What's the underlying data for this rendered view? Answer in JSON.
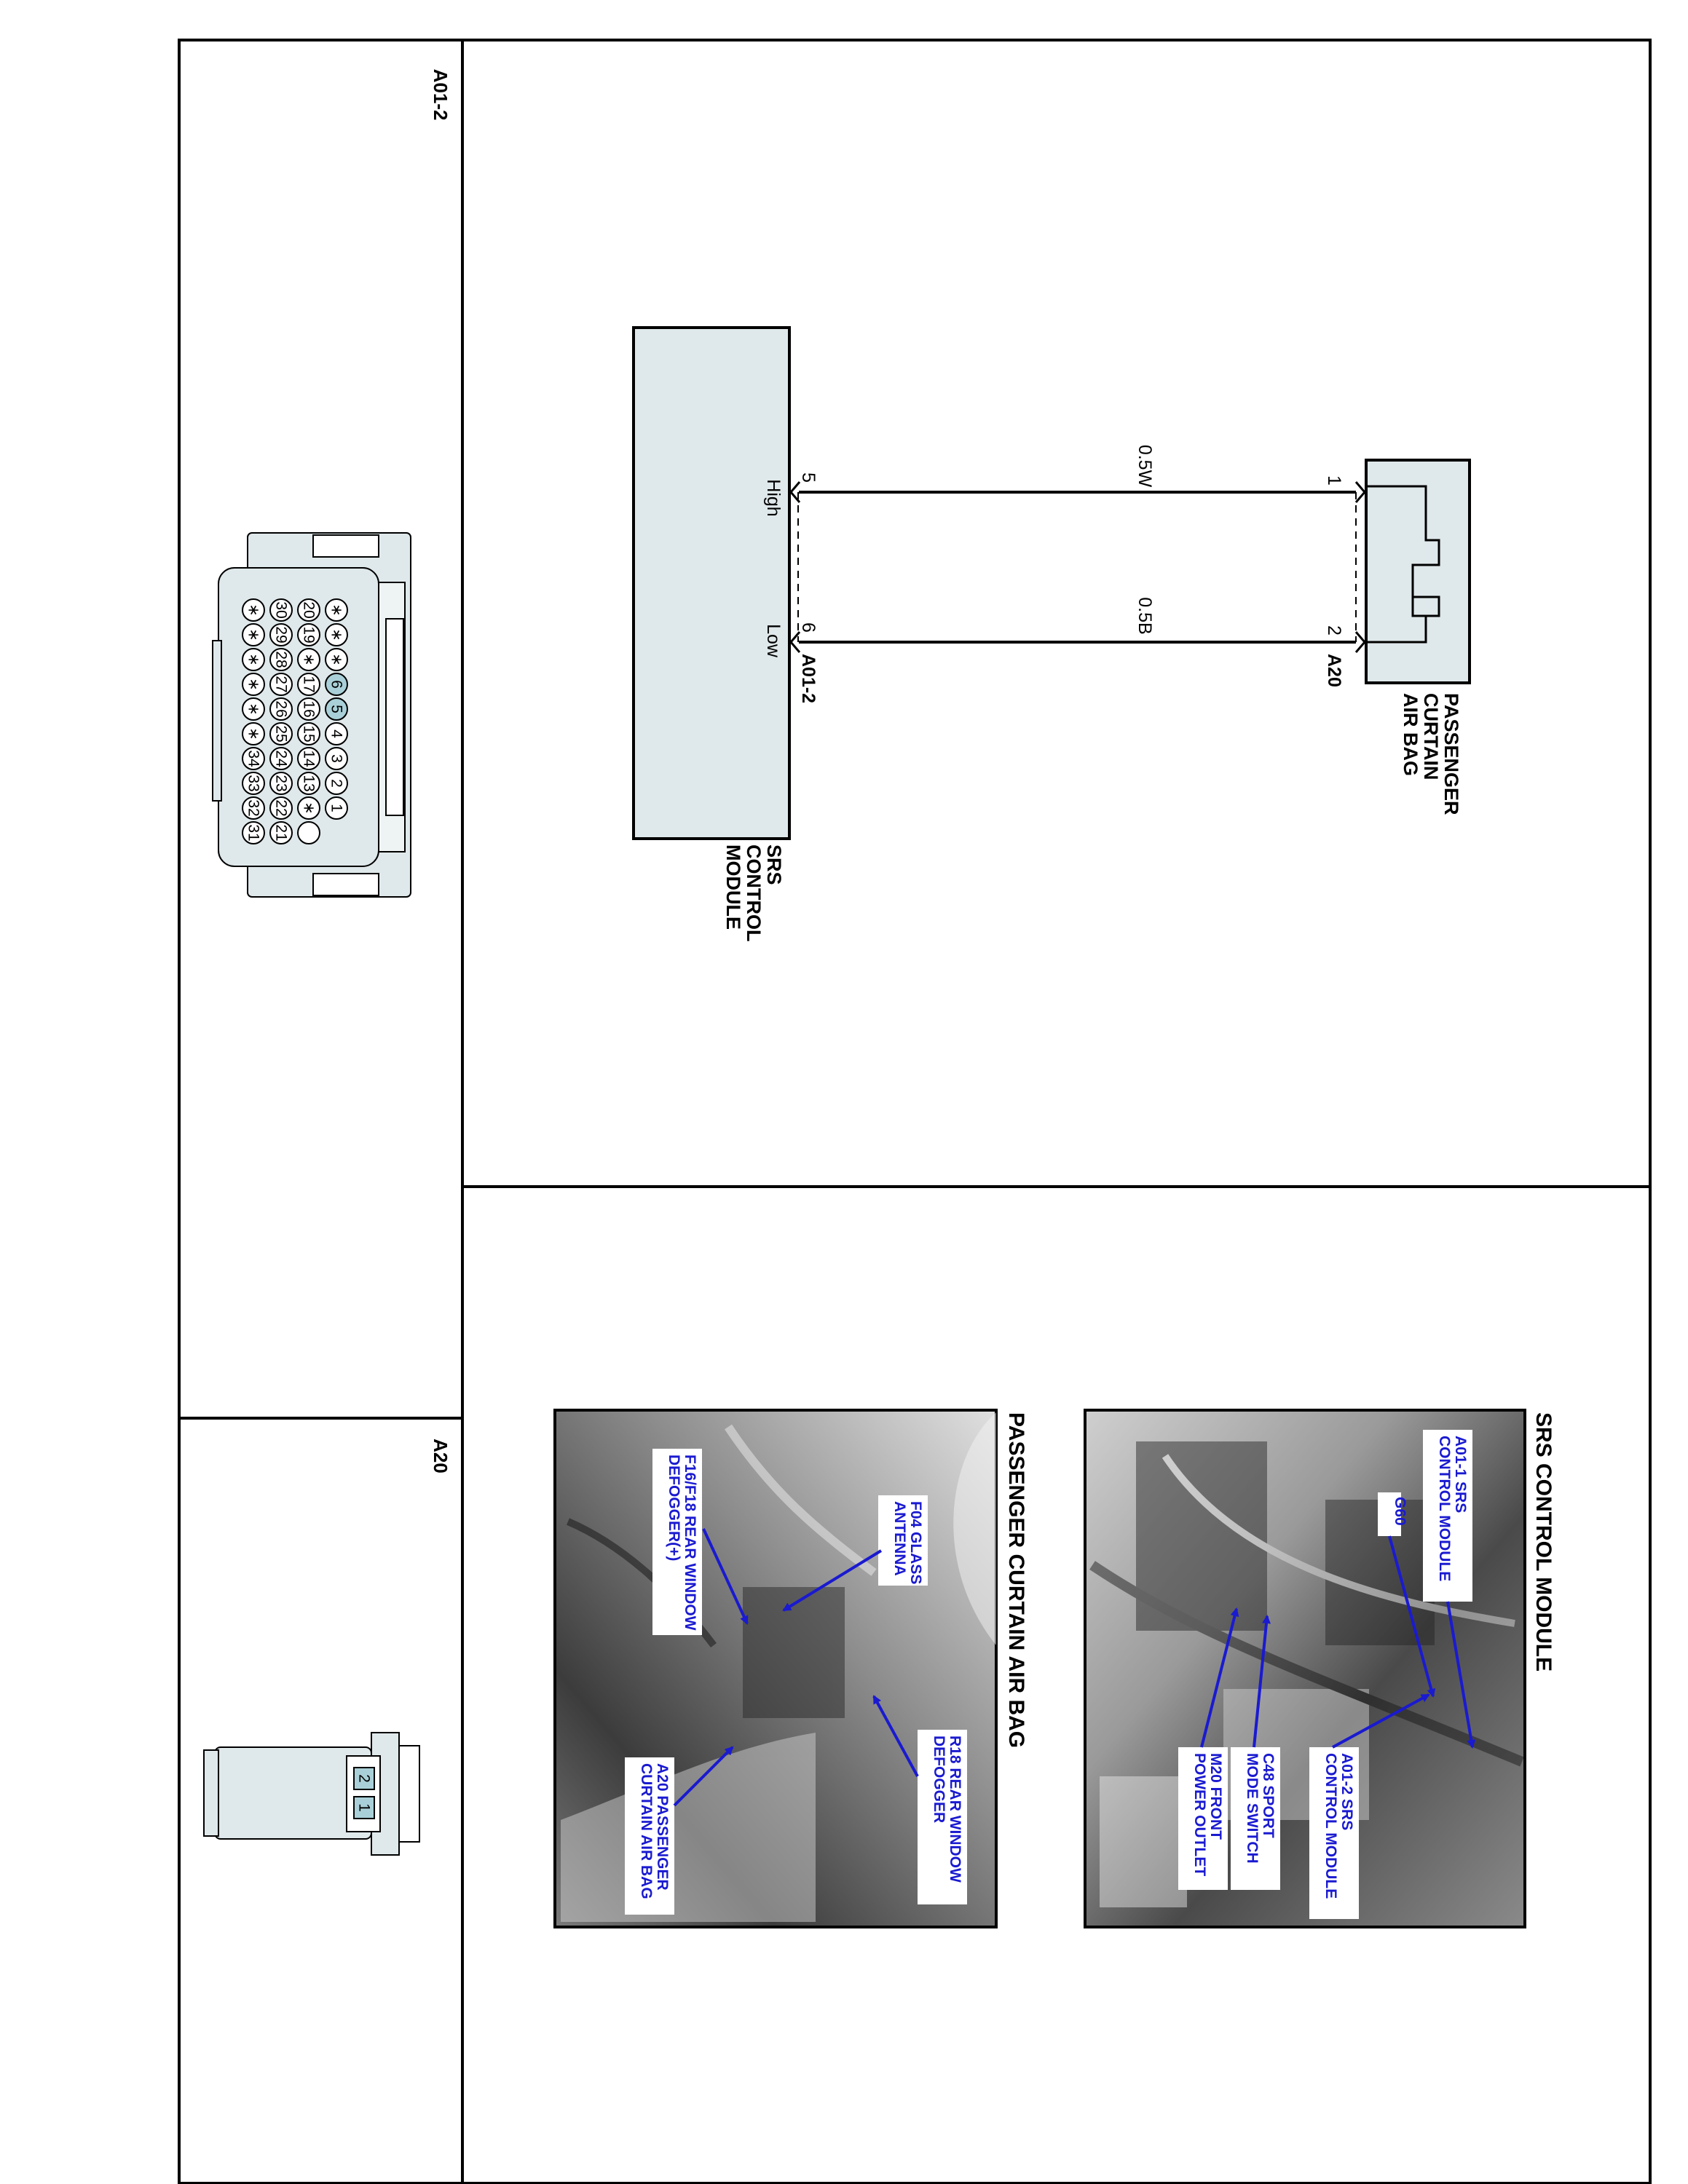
{
  "connectors": {
    "a01_2": {
      "id": "A01-2",
      "pins_top": [
        "1",
        "2",
        "3",
        "4",
        "5",
        "6",
        "∗",
        "∗",
        "∗"
      ],
      "pins_row2": [
        "",
        "∗",
        "13",
        "14",
        "15",
        "16",
        "17",
        "∗",
        "19",
        "20"
      ],
      "pins_row3": [
        "21",
        "22",
        "23",
        "24",
        "25",
        "26",
        "27",
        "28",
        "29",
        "30"
      ],
      "pins_row4": [
        "31",
        "32",
        "33",
        "34",
        "∗",
        "∗",
        "∗",
        "∗",
        "∗",
        "∗"
      ]
    },
    "a20": {
      "id": "A20",
      "pin_2": "2",
      "pin_1": "1"
    }
  },
  "schematic": {
    "module": {
      "label": [
        "SRS",
        "CONTROL",
        "MODULE"
      ],
      "pin_high": "5",
      "pin_low": "6",
      "signal_high": "High",
      "signal_low": "Low",
      "connector": "A01-2"
    },
    "airbag": {
      "label": [
        "PASSENGER",
        "CURTAIN",
        "AIR BAG"
      ],
      "pin_1": "1",
      "pin_2": "2",
      "connector": "A20"
    },
    "wire_1": "0.5W",
    "wire_2": "0.5B"
  },
  "photos": {
    "srs": {
      "title": "SRS CONTROL MODULE",
      "callouts": [
        [
          "A01-1 SRS",
          "CONTROL MODULE"
        ],
        [
          "G60"
        ],
        [
          "A01-2 SRS",
          "CONTROL MODULE"
        ],
        [
          "C48 SPORT",
          "MODE SWITCH"
        ],
        [
          "M20 FRONT",
          "POWER OUTLET"
        ]
      ]
    },
    "airbag": {
      "title": "PASSENGER CURTAIN AIR BAG",
      "callouts": [
        [
          "F04 GLASS",
          "ANTENNA"
        ],
        [
          "F16/F18 REAR WINDOW",
          "DEFOGGER(+)"
        ],
        [
          "R18 REAR WINDOW",
          "DEFOGGER"
        ],
        [
          "A20 PASSENGER",
          "CURTAIN AIR BAG"
        ]
      ]
    }
  },
  "colors": {
    "fill": "#dfe8ea",
    "pin_highlight": "#a9d0d8",
    "callout_text": "#1a1ad0",
    "arrow": "#1a1ad0"
  }
}
